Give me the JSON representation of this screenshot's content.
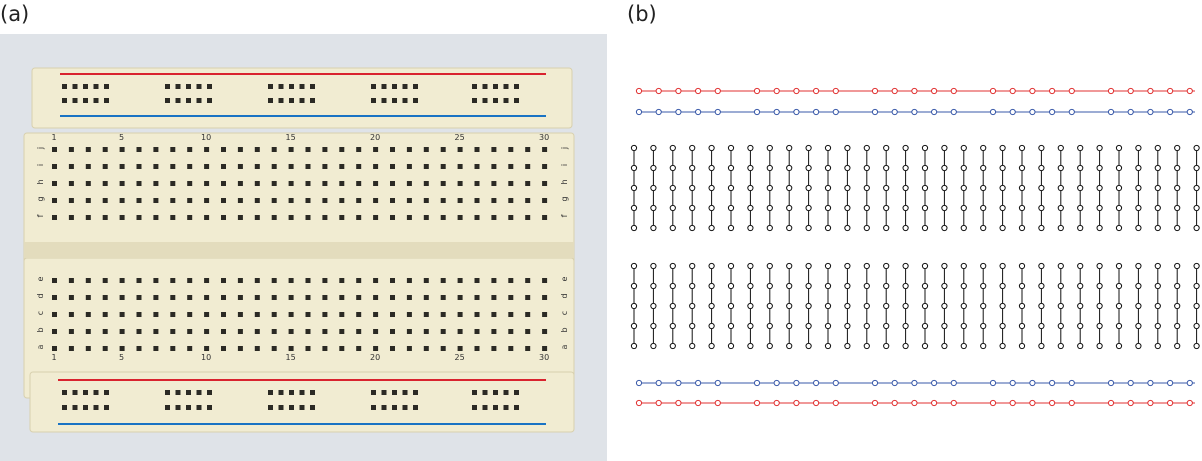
{
  "panels": {
    "a_label": "(a)",
    "b_label": "(b)"
  },
  "breadboard": {
    "columns": 30,
    "rail_groups": 5,
    "rail_holes_per_group": 5,
    "column_number_labels": [
      "1",
      "5",
      "10",
      "15",
      "20",
      "25",
      "30"
    ],
    "top_row_letters": [
      "j",
      "i",
      "h",
      "g",
      "f"
    ],
    "bottom_row_letters": [
      "e",
      "d",
      "c",
      "b",
      "a"
    ],
    "colors": {
      "plastic": "#f1ecd2",
      "plastic_shade": "#e3dcbd",
      "hole": "#2b2a24",
      "rail_red": "#d9232e",
      "rail_blue": "#1a73c4",
      "background": "#dfe3e8"
    }
  },
  "schematic": {
    "colors": {
      "red_rail": "#e03030",
      "blue_rail": "#3858a8",
      "terminal": "#111111"
    }
  }
}
